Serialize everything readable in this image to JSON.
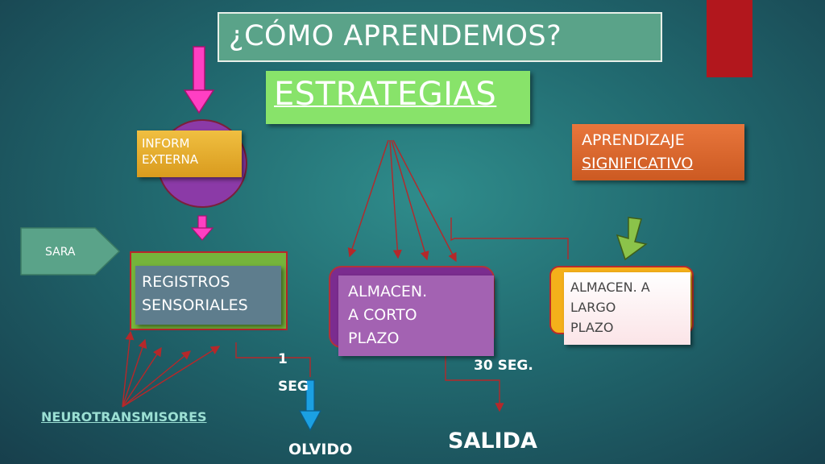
{
  "title": "¿CÓMO APRENDEMOS?",
  "strategies": "ESTRATEGIAS",
  "info": {
    "line1": "INFORM",
    "line2": "EXTERNA"
  },
  "aprendizaje": {
    "line1": "APRENDIZAJE",
    "line2": "SIGNIFICATIVO"
  },
  "sara": "SARA",
  "registros": {
    "line1": "REGISTROS",
    "line2": "SENSORIALES"
  },
  "corto": {
    "line1": "ALMACEN.",
    "line2": "A CORTO",
    "line3": "PLAZO"
  },
  "largo": {
    "line1": "ALMACEN. A",
    "line2": "LARGO",
    "line3": "PLAZO"
  },
  "one_seg": {
    "line1": "1",
    "line2": "SEG"
  },
  "thirty_seg": "30 SEG.",
  "salida": "SALIDA",
  "olvido": "OLVIDO",
  "neurotransmisores": "NEUROTRANSMISORES",
  "colors": {
    "title_bg": "#5aa389",
    "strategies_bg": "#88e36a",
    "deco_bar": "#b2171d",
    "pink_arrow": "#ff3fc3",
    "green_arrow": "#8bc34a",
    "blue_arrow": "#1ba0e2",
    "line_red": "#b5282a"
  }
}
